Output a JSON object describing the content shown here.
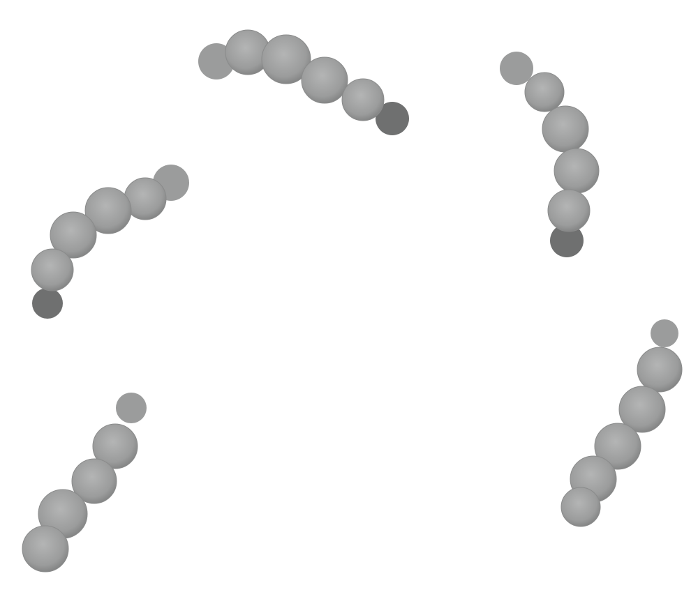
{
  "scene": {
    "background_color": "#ffffff",
    "balloon_color": "#9b9c9c",
    "balloon_highlight": "#b4b5b5",
    "balloon_shadow": "#6f7070",
    "garland_segments": [
      "top-center",
      "top-right",
      "left",
      "bottom-left",
      "bottom-right"
    ]
  }
}
